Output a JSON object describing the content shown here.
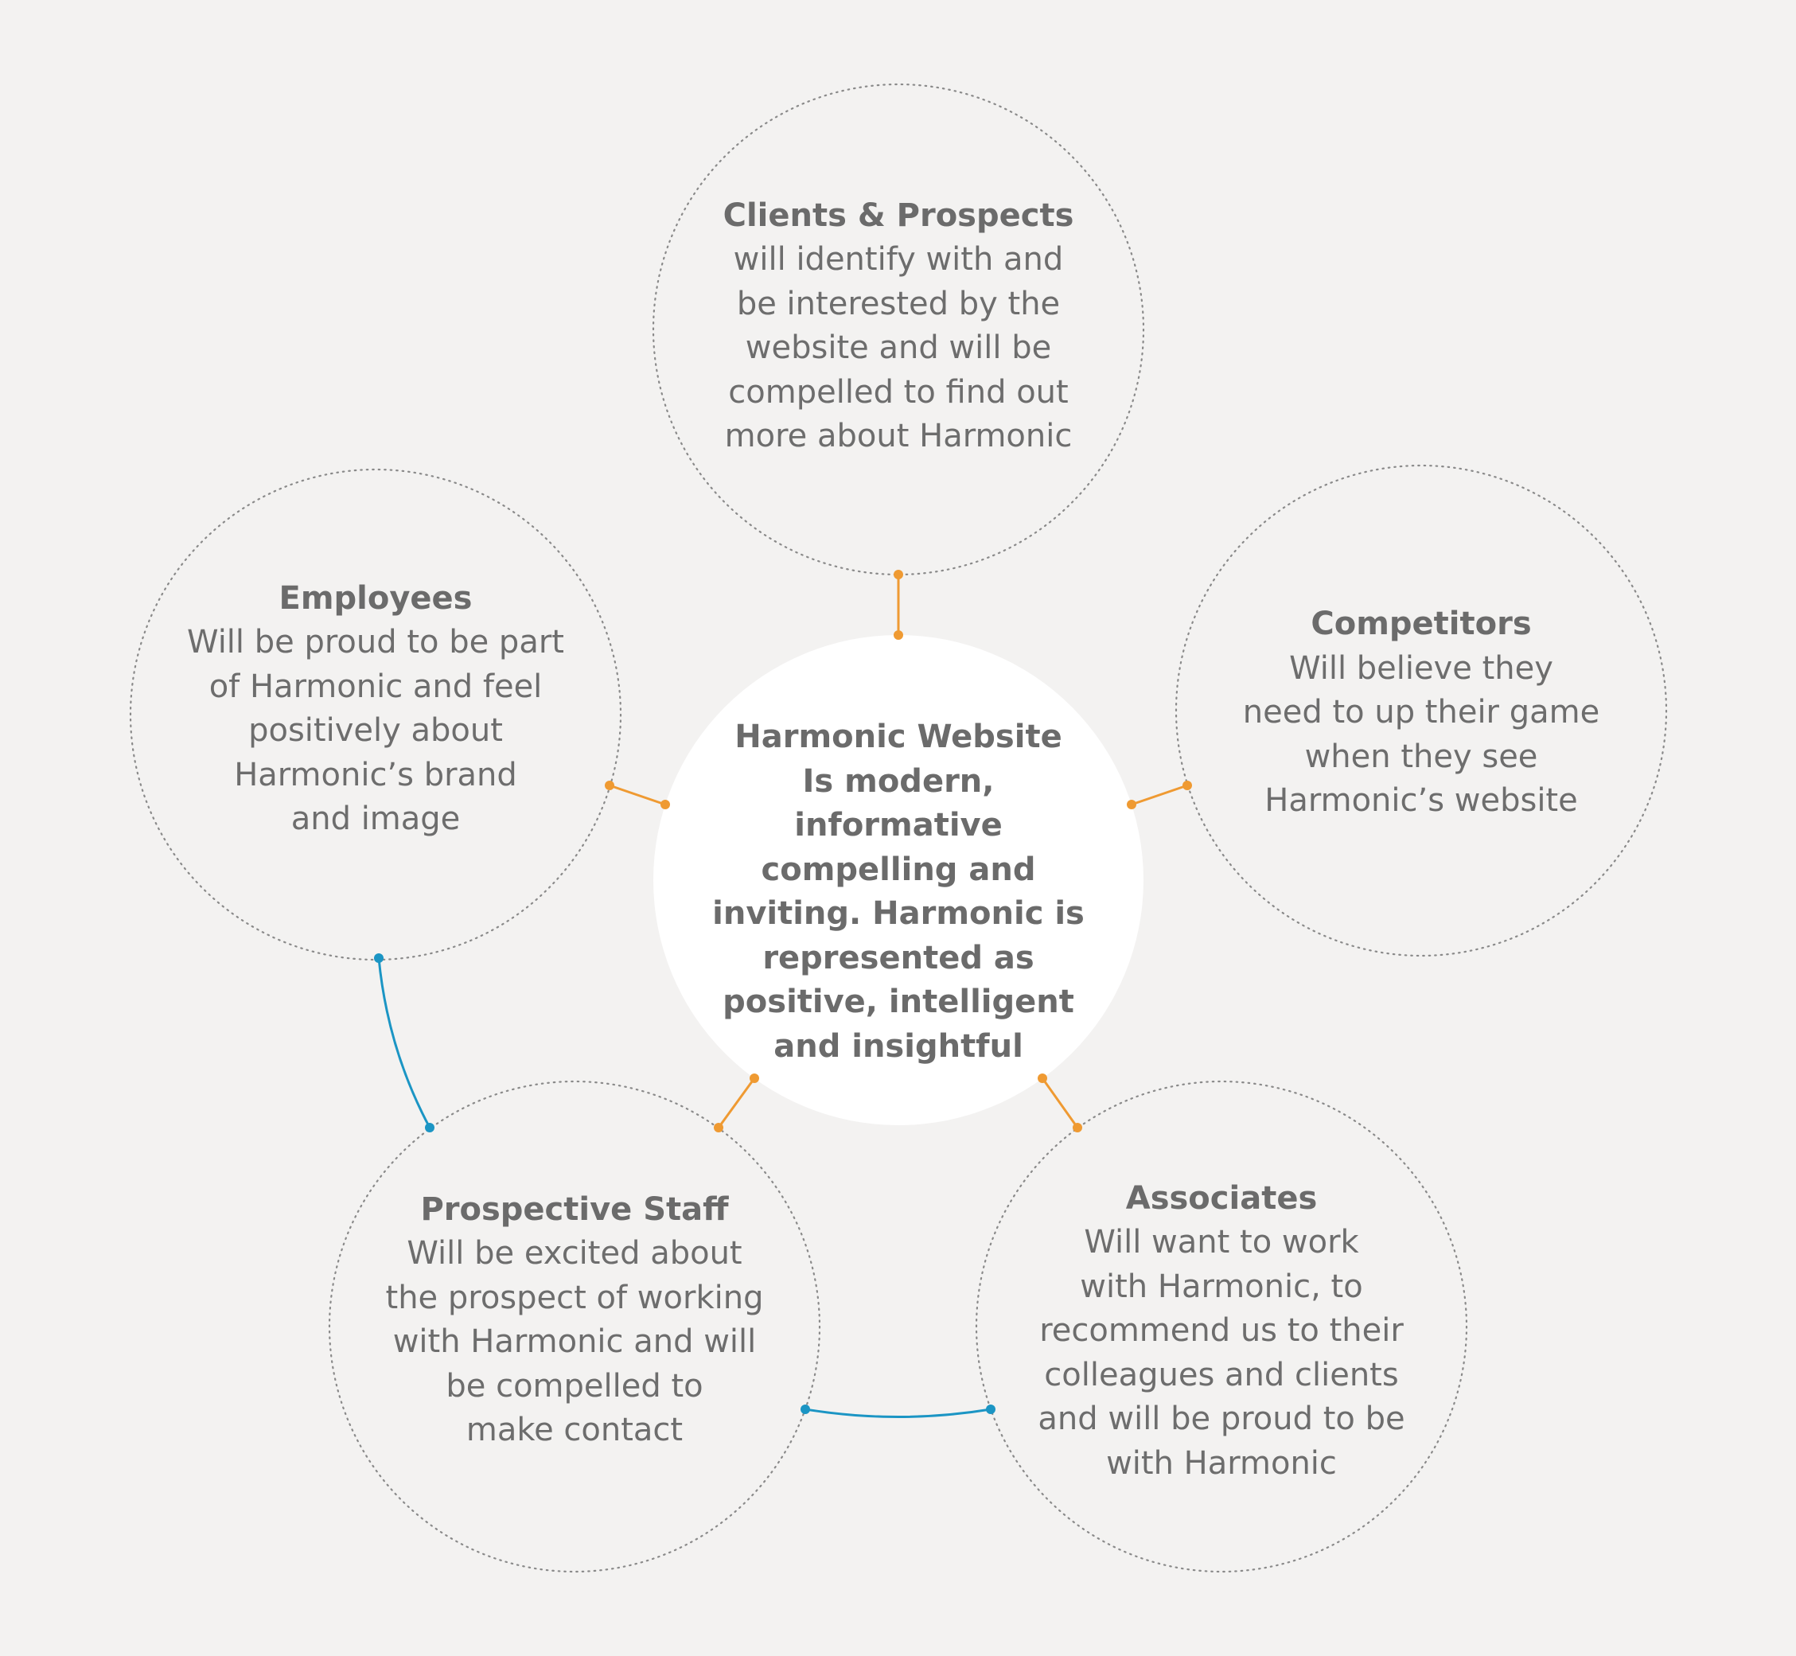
{
  "colors": {
    "background": "#f3f2f1",
    "outer_circle_stroke": "#8a8a8a",
    "center_circle_fill": "#ffffff",
    "orange_connector": "#ef9a32",
    "blue_connector": "#1b95c4",
    "text": "#6d6d6d"
  },
  "center": {
    "title": "Harmonic Website",
    "lines": [
      "Is modern,",
      "informative",
      "compelling and",
      "inviting. Harmonic is",
      "represented as",
      "positive, intelligent",
      "and insightful"
    ]
  },
  "nodes": [
    {
      "id": "clients-prospects",
      "title": "Clients & Prospects",
      "lines": [
        "will identify with and",
        "be interested by the",
        "website and will be",
        "compelled to find out",
        "more about Harmonic"
      ]
    },
    {
      "id": "employees",
      "title": "Employees",
      "lines": [
        "Will be proud to be part",
        "of Harmonic and feel",
        "positively about",
        "Harmonic’s brand",
        "and image"
      ]
    },
    {
      "id": "competitors",
      "title": "Competitors",
      "lines": [
        "Will believe they",
        "need to up their game",
        "when they see",
        "Harmonic’s website"
      ]
    },
    {
      "id": "prospective-staff",
      "title": "Prospective Staff",
      "lines": [
        "Will be excited about",
        "the prospect of working",
        "with Harmonic and will",
        "be compelled to",
        "make contact"
      ]
    },
    {
      "id": "associates",
      "title": "Associates",
      "lines": [
        "Will want to work",
        "with Harmonic, to",
        "recommend us to their",
        "colleagues and clients",
        "and will be proud to be",
        "with Harmonic"
      ]
    }
  ]
}
